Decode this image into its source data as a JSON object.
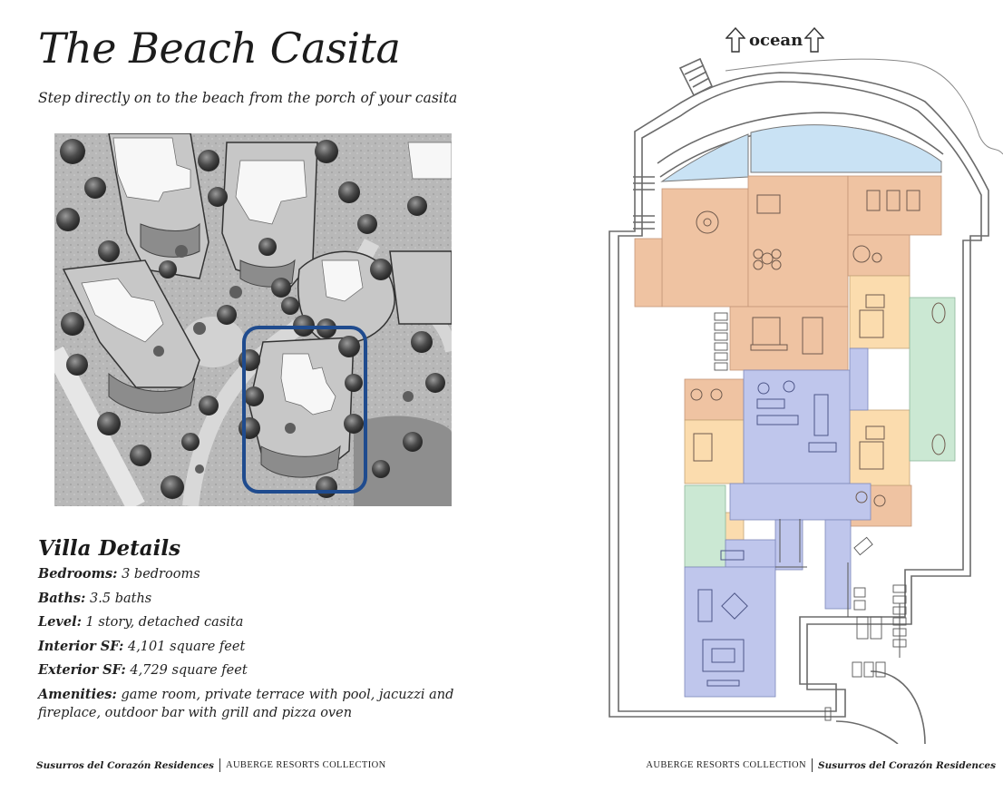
{
  "page": {
    "title": "The Beach Casita",
    "subtitle": "Step directly on to the beach from the porch of your casita"
  },
  "aerial_photo": {
    "description": "Grayscale aerial site plan of casitas with trees; the Beach Casita is highlighted",
    "highlight_color": "#1f4b8e"
  },
  "villa_details": {
    "heading": "Villa Details",
    "items": [
      {
        "label": "Bedrooms:",
        "value": "3 bedrooms"
      },
      {
        "label": "Baths:",
        "value": "3.5 baths"
      },
      {
        "label": "Level:",
        "value": "1 story, detached casita"
      },
      {
        "label": "Interior SF:",
        "value": "4,101 square feet"
      },
      {
        "label": "Exterior SF:",
        "value": "4,729 square feet"
      },
      {
        "label": "Amenities:",
        "value": "game room, private terrace with pool, jacuzzi and fireplace, outdoor bar with grill and pizza oven"
      }
    ]
  },
  "floor_plan": {
    "orientation_label": "ocean",
    "orientation_icon": "up-arrow-icon",
    "zone_colors": {
      "pool": "#c9e2f4",
      "terrace": "#efc3a2",
      "living": "#bfc6ec",
      "bedroom": "#fbdcae",
      "bath": "#cbe8d3",
      "wall": "#6b6b6b"
    }
  },
  "footer": {
    "left": {
      "brand": "Susurros del Corazón Residences",
      "collection": "AUBERGE RESORTS COLLECTION"
    },
    "right": {
      "collection": "AUBERGE RESORTS COLLECTION",
      "brand": "Susurros del Corazón Residences"
    }
  }
}
